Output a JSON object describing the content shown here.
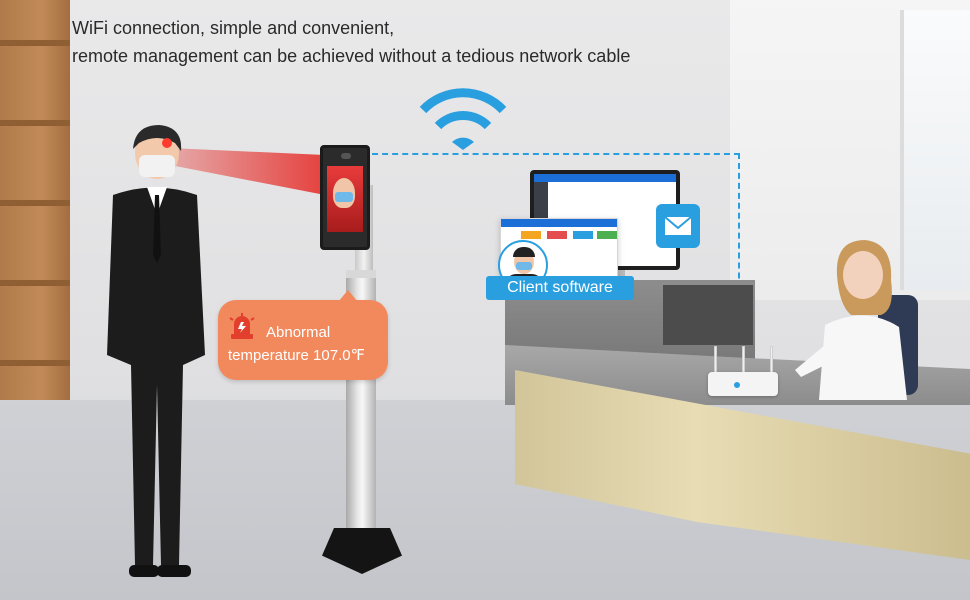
{
  "headline": {
    "line1": "WiFi connection, simple and convenient,",
    "line2": "remote management can be achieved without a tedious network cable"
  },
  "alert": {
    "line1": "Abnormal",
    "line2": "temperature 107.0℉",
    "icon": "siren-icon"
  },
  "client": {
    "label": "Client software"
  },
  "icons": {
    "wifi": "wifi-icon",
    "mail": "mail-icon"
  },
  "colors": {
    "accent_blue": "#2a9fe0",
    "alert_orange": "#f2895d",
    "beam_red": "#e53935"
  }
}
